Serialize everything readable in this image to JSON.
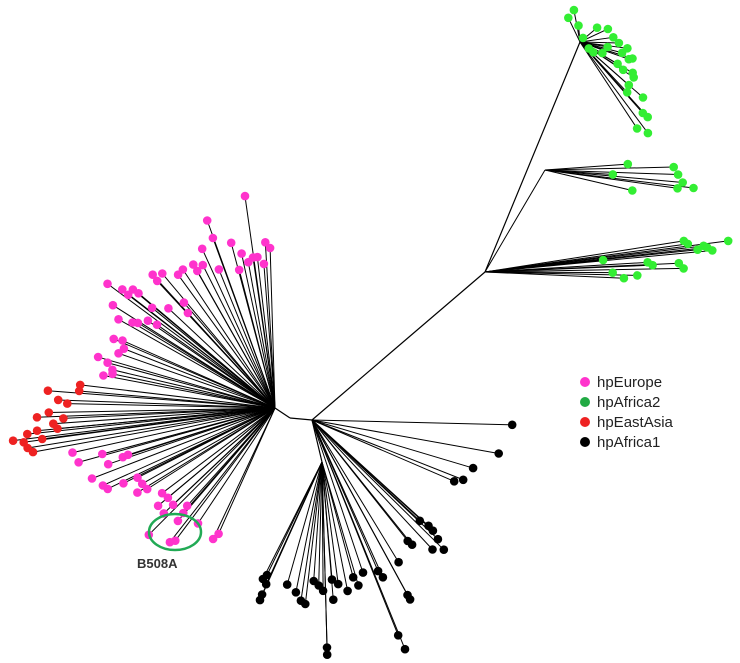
{
  "legend": {
    "items": [
      {
        "label": "hpEurope",
        "color": "#ff33cc"
      },
      {
        "label": "hpAfrica2",
        "color": "#22aa44"
      },
      {
        "label": "hpEastAsia",
        "color": "#ee2222"
      },
      {
        "label": "hpAfrica1",
        "color": "#000000"
      }
    ]
  },
  "annotation": {
    "label": "B508A",
    "circle_color": "#22aa55"
  },
  "tree": {
    "branch_color": "#000000",
    "leaf_color_green": "#33ee33"
  }
}
